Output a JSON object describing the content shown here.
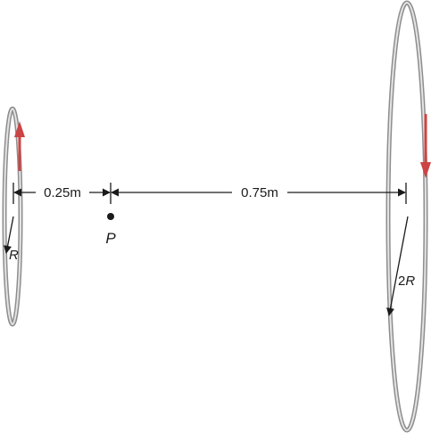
{
  "labels": {
    "left_gap": "0.25m",
    "right_gap": "0.75m",
    "point": "P",
    "small_radius": "R",
    "large_radius_coeff": "2",
    "large_radius_var": "R"
  },
  "colors": {
    "ring_outer": "#8e8e8e",
    "ring_inner": "#e4e4e4",
    "current_arrow": "#cc4444",
    "line": "#1a1a1a"
  }
}
